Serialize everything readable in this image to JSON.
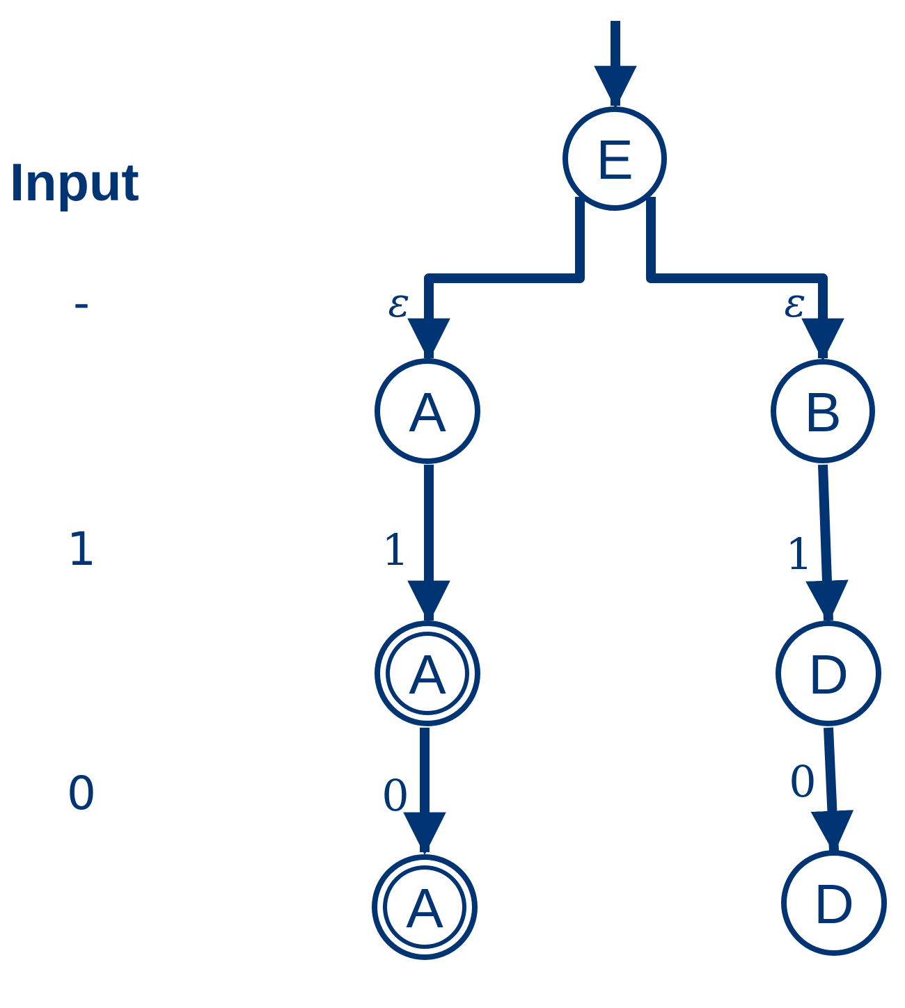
{
  "colors": {
    "ink": "#003473",
    "background": "#ffffff"
  },
  "input": {
    "title": "Input",
    "symbols": [
      "-",
      "1",
      "0"
    ]
  },
  "states": {
    "start": "E",
    "left_1": "A",
    "left_2": "A",
    "left_3": "A",
    "right_1": "B",
    "right_2": "D",
    "right_3": "D"
  },
  "accepting": {
    "left_2": true,
    "left_3": true
  },
  "transitions": {
    "E_to_A": "ε",
    "E_to_B": "ε",
    "A_to_A": "1",
    "B_to_D": "1",
    "A_to_A2": "0",
    "D_to_D": "0"
  }
}
